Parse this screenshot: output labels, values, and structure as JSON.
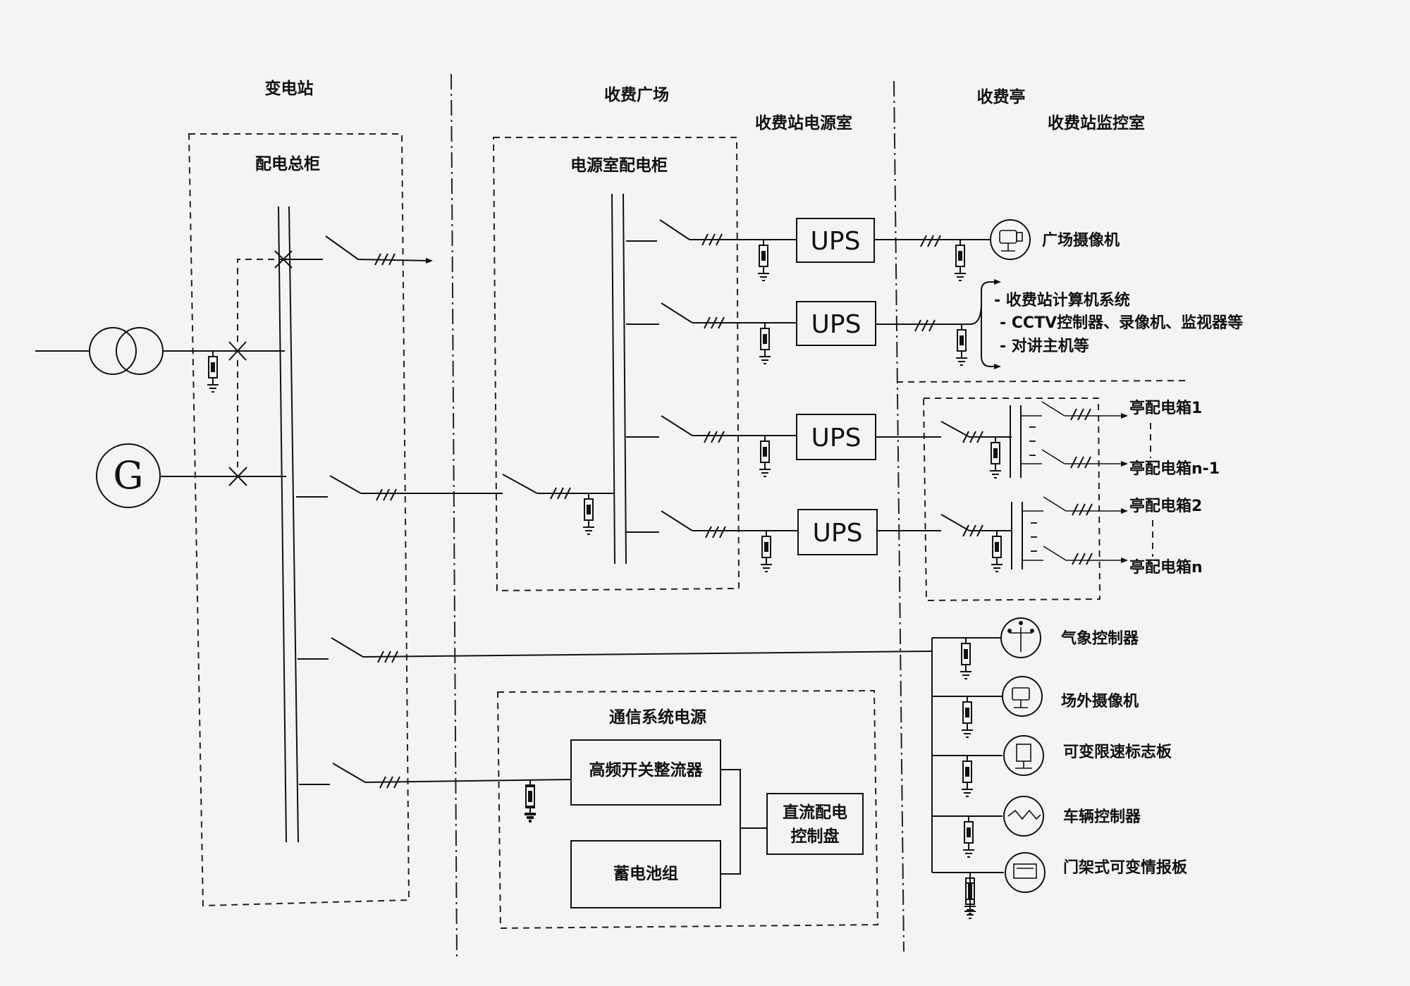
{
  "diagram": {
    "areas": {
      "substation": "变电站",
      "toll_plaza": "收费广场",
      "toll_booth": "收费亭"
    },
    "rooms": {
      "power_room": "收费站电源室",
      "monitor_room": "收费站监控室"
    },
    "cabinets": {
      "main_distribution": "配电总柜",
      "power_room_cabinet": "电源室配电柜",
      "comm_power": "通信系统电源"
    },
    "generator_symbol": "G",
    "ups_label": "UPS",
    "boxes": {
      "rectifier": "高频开关整流器",
      "battery": "蓄电池组",
      "dc_panel_line1": "直流配电",
      "dc_panel_line2": "控制盘"
    },
    "loads": {
      "plaza_camera": "广场摄像机",
      "toll_computer": "- 收费站计算机系统",
      "cctv": "- CCTV控制器、录像机、监视器等",
      "intercom": "- 对讲主机等",
      "weather": "气象控制器",
      "outdoor_camera": "场外摄像机",
      "speed_sign": "可变限速标志板",
      "lane_controller": "车辆控制器",
      "gantry_sign": "门架式可变情报板"
    },
    "booth_boxes": {
      "box1": "亭配电箱1",
      "box_n_minus_1": "亭配电箱n-1",
      "box2": "亭配电箱2",
      "box_n": "亭配电箱n"
    }
  }
}
